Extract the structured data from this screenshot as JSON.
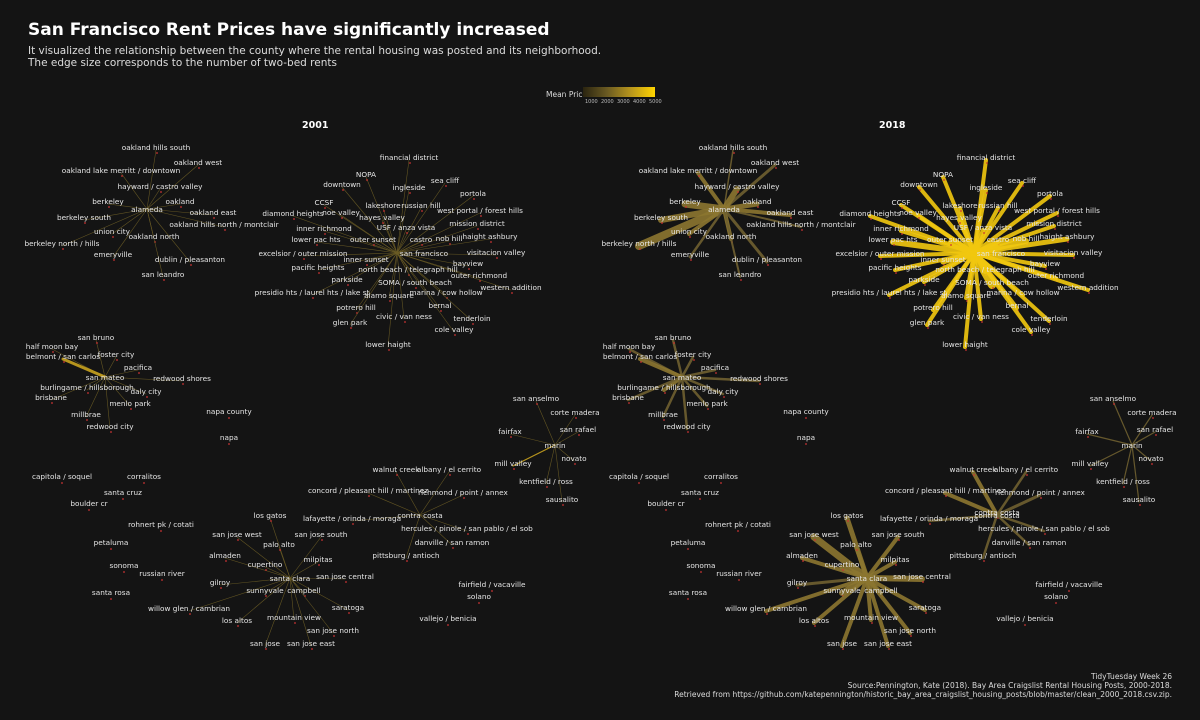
{
  "title": "San Francisco Rent Prices have significantly increased",
  "subtitle_line1": "It visualized the relationship between the county where the rental housing was posted and its neighborhood.",
  "subtitle_line2": "The edge size corresponds to the number of two-bed rents",
  "legend": {
    "title": "Mean Price",
    "ticks": [
      "1000",
      "2000",
      "3000",
      "4000",
      "5000"
    ]
  },
  "caption": [
    "TidyTuesday Week 26",
    "Source:Pennington, Kate (2018). Bay Area Craigslist Rental Housing Posts, 2000-2018.",
    "Retrieved from https://github.com/katepennington/historic_bay_area_craigslist_housing_posts/blob/master/clean_2000_2018.csv.zip."
  ],
  "colors": {
    "background": "#141414",
    "edge_low": "#6a5a22",
    "edge_high": "#ffd400",
    "node": "#d33"
  },
  "chart_data": [
    {
      "type": "network",
      "panel_title": "2001",
      "hub_labels": [
        "alameda",
        "san francisco",
        "san mateo",
        "marin",
        "contra costa",
        "santa clara"
      ],
      "leaf_labels": {
        "alameda": [
          "oakland hills south",
          "oakland west",
          "oakland lake merritt / downtown",
          "hayward / castro valley",
          "berkeley",
          "oakland",
          "oakland east",
          "berkeley south",
          "oakland hills north / montclair",
          "union city",
          "oakland north",
          "berkeley north / hills",
          "emeryville",
          "dublin / pleasanton",
          "san leandro"
        ],
        "san francisco": [
          "financial district",
          "NOPA",
          "sea cliff",
          "downtown",
          "ingleside",
          "portola",
          "CCSF",
          "lakeshore",
          "russian hill",
          "diamond heights",
          "noe valley",
          "hayes valley",
          "west portal / forest hills",
          "inner richmond",
          "USF / anza vista",
          "mission district",
          "lower pac hts",
          "outer sunset",
          "castro",
          "nob hill",
          "haight ashbury",
          "excelsior / outer mission",
          "visitacion valley",
          "inner sunset",
          "bayview",
          "pacific heights",
          "north beach / telegraph hill",
          "outer richmond",
          "parkside",
          "SOMA / south beach",
          "western addition",
          "presidio hts / laurel hts / lake st",
          "alamo square",
          "marina / cow hollow",
          "bernal",
          "potrero hill",
          "civic / van ness",
          "tenderloin",
          "glen park",
          "cole valley",
          "lower haight"
        ],
        "san mateo": [
          "san bruno",
          "half moon bay",
          "foster city",
          "belmont / san carlos",
          "pacifica",
          "redwood shores",
          "burlingame / hillsborough",
          "daly city",
          "brisbane",
          "menlo park",
          "millbrae",
          "redwood city"
        ],
        "marin": [
          "san anselmo",
          "corte madera",
          "fairfax",
          "san rafael",
          "mill valley",
          "novato",
          "kentfield / ross",
          "sausalito"
        ],
        "contra costa": [
          "walnut creek",
          "albany / el cerrito",
          "concord / pleasant hill / martinez",
          "richmond / point / annex",
          "lafayette / orinda / moraga",
          "hercules / pinole / san pablo / el sob",
          "danville / san ramon",
          "pittsburg / antioch"
        ],
        "santa clara": [
          "los gatos",
          "san jose west",
          "san jose south",
          "palo alto",
          "almaden",
          "milpitas",
          "cupertino",
          "san jose central",
          "gilroy",
          "sunnyvale",
          "campbell",
          "saratoga",
          "willow glen / cambrian",
          "los altos",
          "mountain view",
          "san jose north",
          "san jose",
          "san jose east"
        ]
      },
      "isolated_labels": [
        "napa county",
        "napa",
        "capitola / soquel",
        "corralitos",
        "santa cruz",
        "boulder cr",
        "rohnert pk / cotati",
        "petaluma",
        "sonoma",
        "russian river",
        "santa rosa",
        "fairfield / vacaville",
        "solano",
        "vallejo / benicia"
      ]
    },
    {
      "type": "network",
      "panel_title": "2018",
      "hub_labels": [
        "alameda",
        "san francisco",
        "san mateo",
        "marin",
        "contra costa",
        "santa clara"
      ],
      "leaf_labels": {
        "alameda": [
          "oakland hills south",
          "oakland west",
          "oakland lake merritt / downtown",
          "hayward / castro valley",
          "berkeley",
          "oakland",
          "oakland east",
          "berkeley south",
          "oakland hills north / montclair",
          "union city",
          "oakland north",
          "berkeley north / hills",
          "emeryville",
          "dublin / pleasanton",
          "san leandro"
        ],
        "san francisco": [
          "financial district",
          "NOPA",
          "sea cliff",
          "downtown",
          "ingleside",
          "portola",
          "CCSF",
          "lakeshore",
          "russian hill",
          "diamond heights",
          "noe valley",
          "hayes valley",
          "west portal / forest hills",
          "inner richmond",
          "USF / anza vista",
          "mission district",
          "lower pac hts",
          "outer sunset",
          "castro",
          "nob hill",
          "haight ashbury",
          "excelsior / outer mission",
          "visitacion valley",
          "inner sunset",
          "bayview",
          "pacific heights",
          "north beach / telegraph hill",
          "outer richmond",
          "parkside",
          "SOMA / south beach",
          "western addition",
          "presidio hts / laurel hts / lake st",
          "alamo square",
          "marina / cow hollow",
          "bernal",
          "potrero hill",
          "civic / van ness",
          "tenderloin",
          "glen park",
          "cole valley",
          "lower haight"
        ],
        "san mateo": [
          "san bruno",
          "half moon bay",
          "foster city",
          "belmont / san carlos",
          "pacifica",
          "redwood shores",
          "burlingame / hillsborough",
          "daly city",
          "brisbane",
          "menlo park",
          "millbrae",
          "redwood city"
        ],
        "marin": [
          "san anselmo",
          "corte madera",
          "fairfax",
          "san rafael",
          "mill valley",
          "novato",
          "kentfield / ross",
          "sausalito"
        ],
        "contra costa": [
          "walnut creek",
          "albany / el cerrito",
          "concord / pleasant hill / martinez",
          "richmond / point / annex",
          "contra costa",
          "hercules / pinole / san pablo / el sob",
          "danville / san ramon",
          "pittsburg / antioch",
          "lafayette / orinda / moraga"
        ],
        "santa clara": [
          "los gatos",
          "san jose west",
          "san jose south",
          "palo alto",
          "almaden",
          "milpitas",
          "cupertino",
          "san jose central",
          "gilroy",
          "sunnyvale",
          "campbell",
          "saratoga",
          "willow glen / cambrian",
          "los altos",
          "mountain view",
          "san jose north",
          "san jose",
          "san jose east"
        ]
      },
      "isolated_labels": [
        "napa county",
        "napa",
        "capitola / soquel",
        "corralitos",
        "santa cruz",
        "boulder cr",
        "rohnert pk / cotati",
        "petaluma",
        "sonoma",
        "russian river",
        "santa rosa",
        "fairfield / vacaville",
        "solano",
        "vallejo / benicia"
      ]
    }
  ]
}
